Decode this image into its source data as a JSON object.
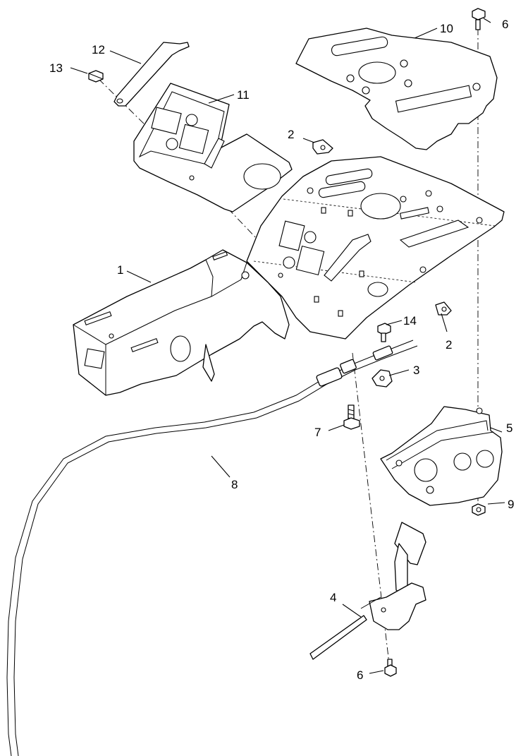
{
  "callouts": {
    "c1": "1",
    "c2a": "2",
    "c2b": "2",
    "c3": "3",
    "c4": "4",
    "c5": "5",
    "c6a": "6",
    "c6b": "6",
    "c7": "7",
    "c8": "8",
    "c9": "9",
    "c10": "10",
    "c11": "11",
    "c12": "12",
    "c13": "13",
    "c14": "14"
  }
}
